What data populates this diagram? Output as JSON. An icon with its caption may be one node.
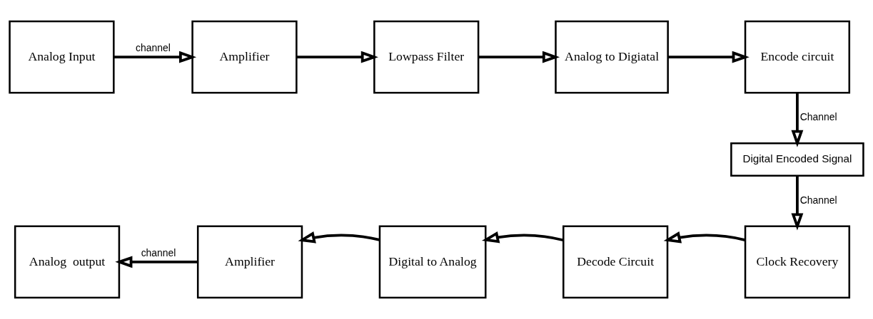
{
  "diagram": {
    "nodes": [
      {
        "text": [
          "Analog Input"
        ]
      },
      {
        "text": [
          "Amplifier"
        ]
      },
      {
        "text": [
          "Lowpass Filter"
        ]
      },
      {
        "text": [
          "Analog to Digiatal"
        ]
      },
      {
        "text": [
          "Encode circuit"
        ]
      },
      {
        "text": [
          "Digital Encoded Signal"
        ]
      },
      {
        "text": [
          "Clock Recovery"
        ]
      },
      {
        "text": [
          "Decode Circuit"
        ]
      },
      {
        "text": [
          "Digital to Analog"
        ]
      },
      {
        "text": [
          "Amplifier"
        ]
      },
      {
        "text": [
          "Analog  output"
        ]
      }
    ],
    "edges": [
      {
        "from": 0,
        "to": 1,
        "arrow": "to",
        "label": "channel"
      },
      {
        "from": 1,
        "to": 2,
        "arrow": "to"
      },
      {
        "from": 2,
        "to": 3,
        "arrow": "to"
      },
      {
        "from": 3,
        "to": 4,
        "arrow": "to"
      },
      {
        "from": 4,
        "to": 5,
        "arrow": "to",
        "label": "Channel"
      },
      {
        "from": 5,
        "to": 6,
        "arrow": "to",
        "label": "Channel"
      },
      {
        "from": 6,
        "to": 7,
        "arrow": "to"
      },
      {
        "from": 7,
        "to": 8,
        "arrow": "to"
      },
      {
        "from": 8,
        "to": 9,
        "arrow": "to"
      },
      {
        "from": 9,
        "to": 10,
        "arrow": "to",
        "label": "channel"
      }
    ]
  }
}
